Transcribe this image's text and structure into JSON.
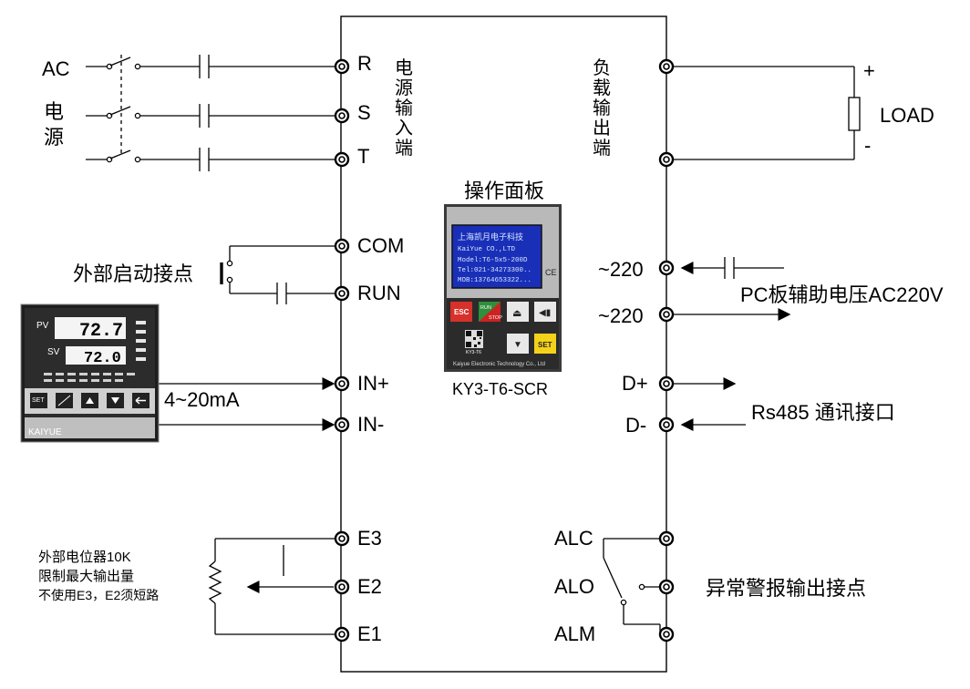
{
  "left_source": {
    "ac_label": "AC",
    "source_chars": [
      "电",
      "源"
    ]
  },
  "input_terminals": {
    "labels": [
      "R",
      "S",
      "T"
    ],
    "caption_chars": [
      "电",
      "源",
      "输",
      "入",
      "端"
    ]
  },
  "output_terminals": {
    "caption_chars": [
      "负",
      "载",
      "输",
      "出",
      "端"
    ],
    "plus": "+",
    "minus": "-",
    "load_label": "LOAD"
  },
  "control_terminals": {
    "com": "COM",
    "run": "RUN",
    "ext_start_label": "外部启动接点",
    "in_plus": "IN+",
    "in_minus": "IN-",
    "signal_label": "4~20mA"
  },
  "panel": {
    "title": "操作面板",
    "model_caption": "KY3-T6-SCR",
    "lcd_lines": [
      "上海凯月电子科技",
      "KaiYue  CO.,LTD",
      "Model:T6-5x5-200D",
      "Tel:021-34273300..",
      "MOB:13764653322..."
    ],
    "ce_mark": "CE",
    "keys": [
      "ESC",
      "RUN",
      "STOP",
      "⏏",
      "◀▮",
      "▼",
      "SET"
    ],
    "qr_caption": "KY3-T6",
    "company": "Kaiyue Electronic Technology Co., Ltd"
  },
  "meter": {
    "pv_label": "PV",
    "sv_label": "SV",
    "pv_value": "72.7",
    "sv_value": "72.0",
    "brand": "KAIYUE",
    "key_set": "SET"
  },
  "aux_supply": {
    "t1": "~220",
    "t2": "~220",
    "caption": "PC板辅助电压AC220V"
  },
  "comm": {
    "d_plus": "D+",
    "d_minus": "D-",
    "caption": "Rs485  通讯接口"
  },
  "pot": {
    "e3": "E3",
    "e2": "E2",
    "e1": "E1",
    "note_lines": [
      "外部电位器10K",
      "限制最大输出量",
      "不使用E3，E2须短路"
    ]
  },
  "alarm": {
    "alc": "ALC",
    "alo": "ALO",
    "alm": "ALM",
    "caption": "异常警报输出接点"
  },
  "colors": {
    "line": "#000000",
    "lcd_bg": "#1a2fb8",
    "panel_dark": "#2b2b2b",
    "esc_red": "#d8302a",
    "run_green": "#2f8f3a",
    "stop_red": "#c22",
    "set_yellow": "#f4d21a"
  }
}
